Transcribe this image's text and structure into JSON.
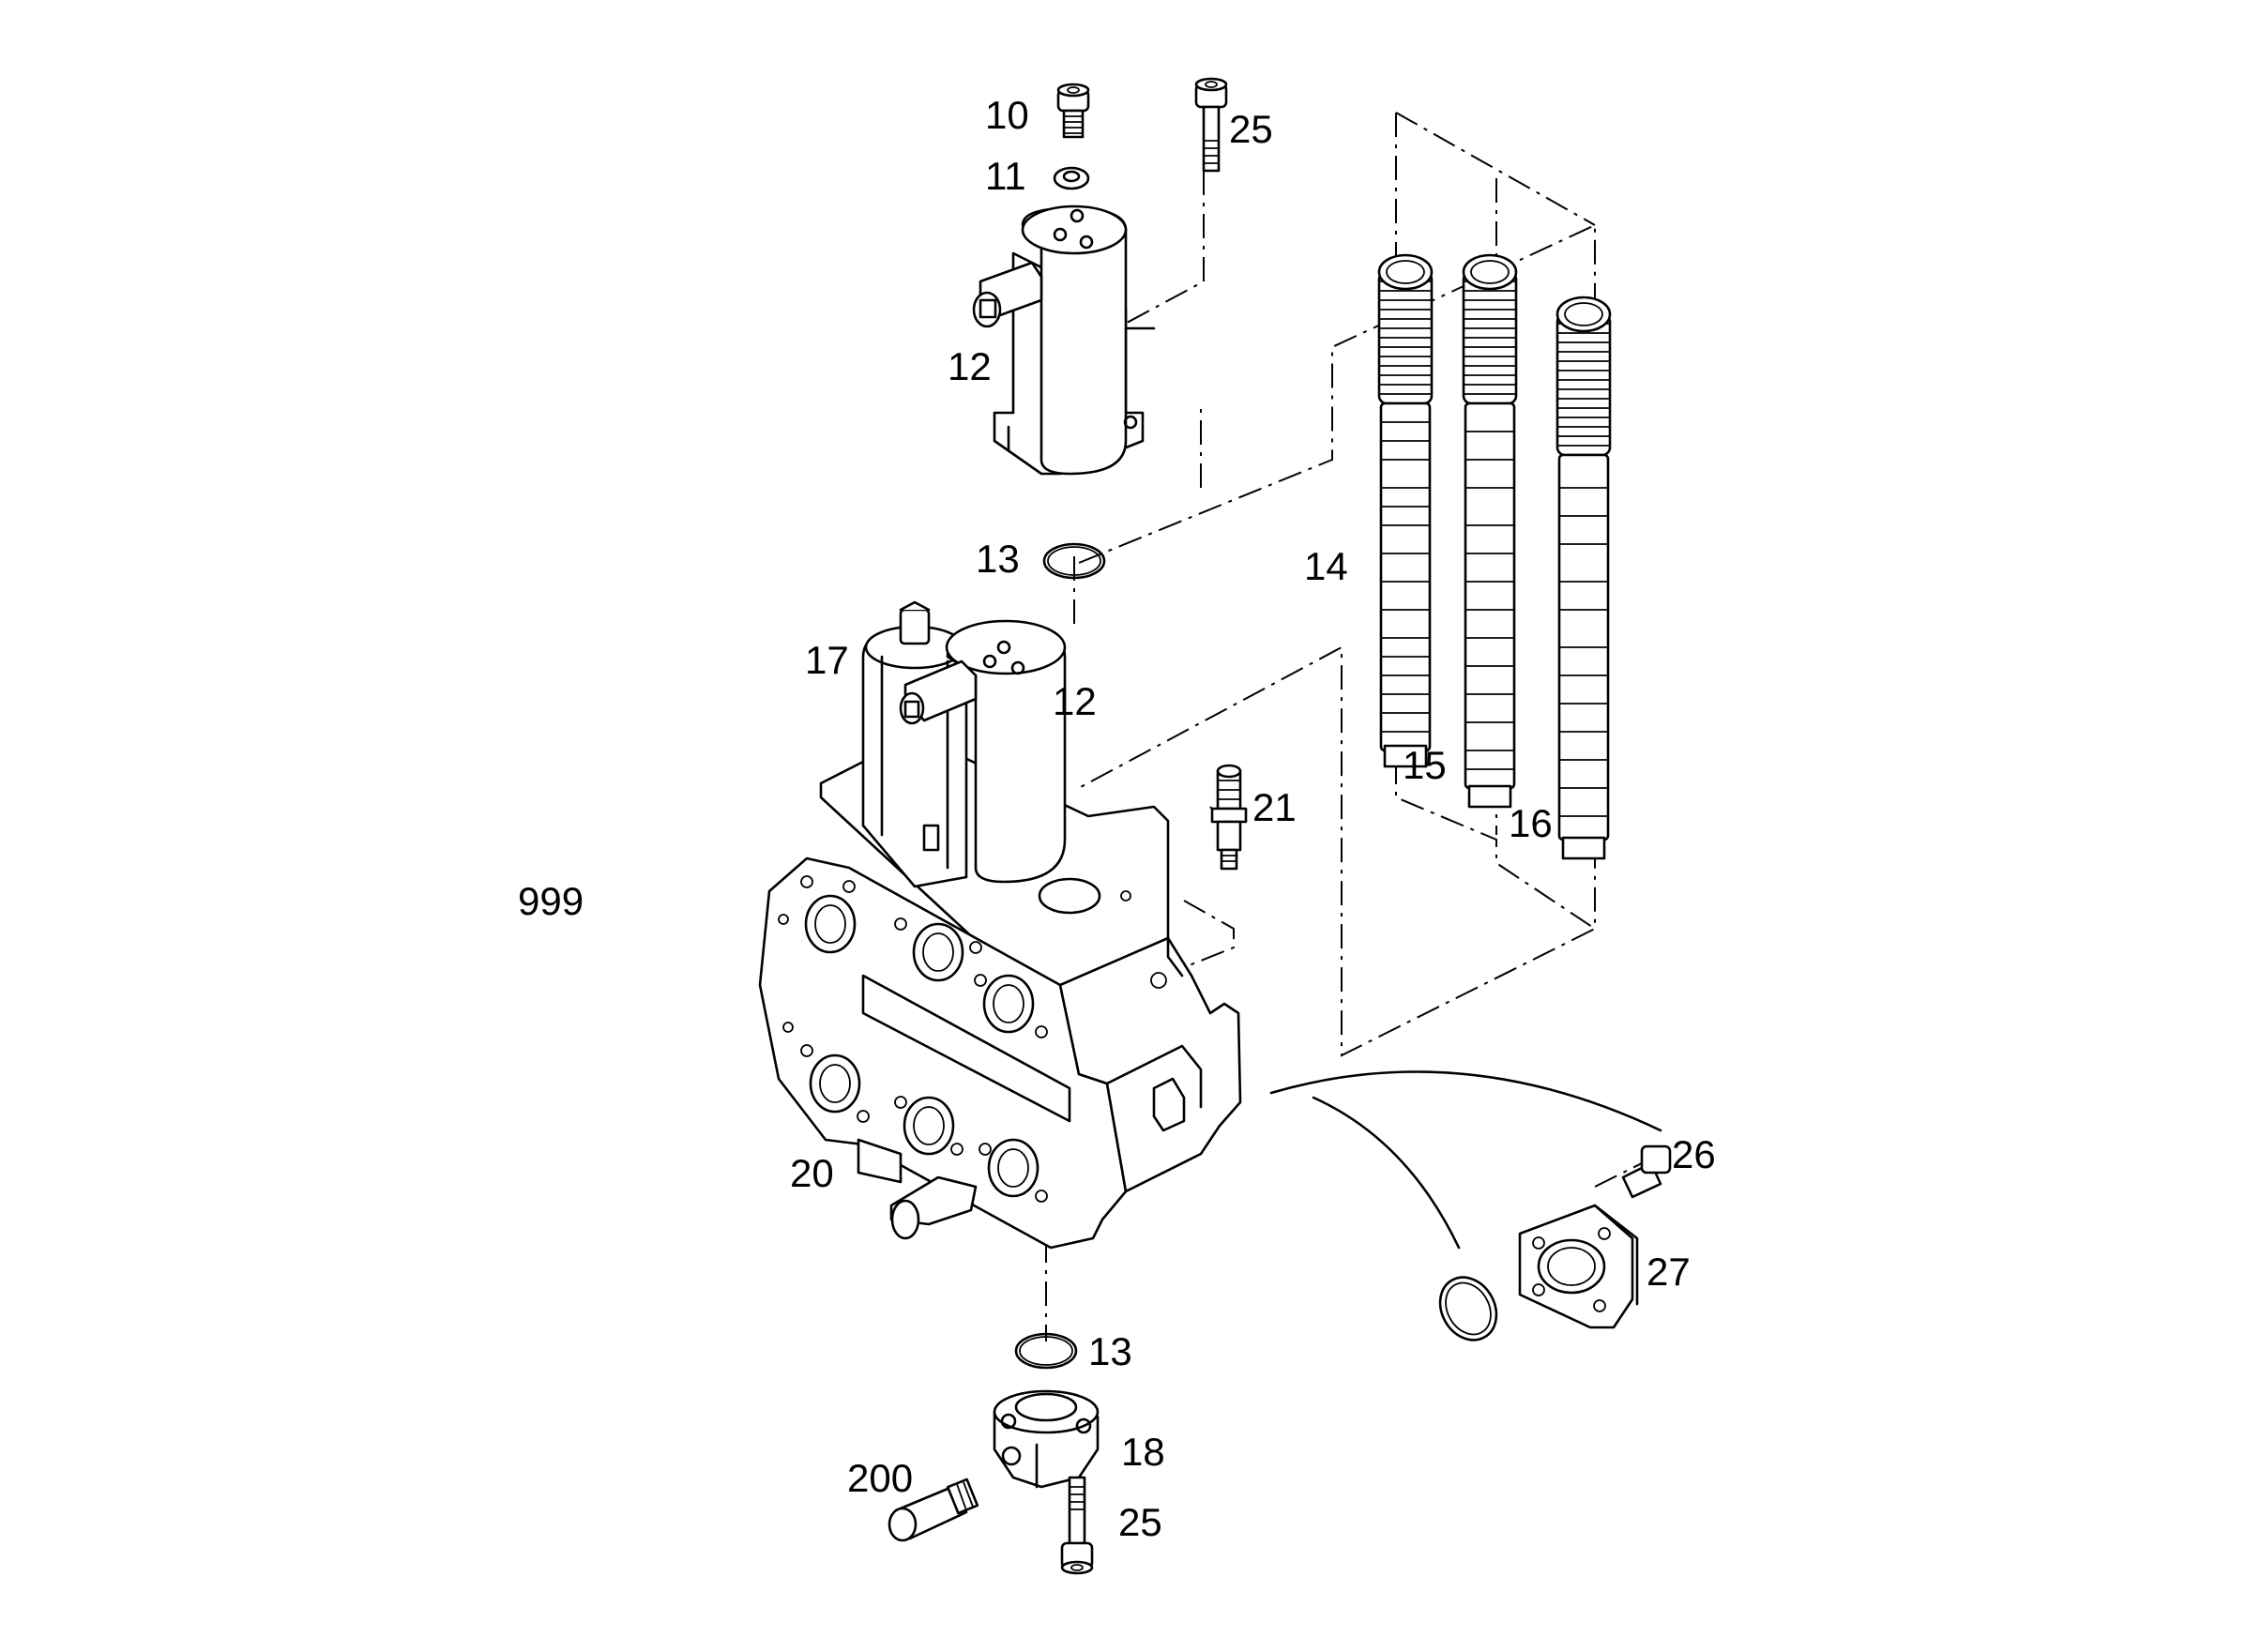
{
  "diagram": {
    "callouts": {
      "c10": "10",
      "c25_top": "25",
      "c11": "11",
      "c12_top": "12",
      "c13_top": "13",
      "c14": "14",
      "c15": "15",
      "c16": "16",
      "c17": "17",
      "c12_mid": "12",
      "c21": "21",
      "c999": "999",
      "c20": "20",
      "c26": "26",
      "c27": "27",
      "c13_bottom": "13",
      "c18": "18",
      "c200": "200",
      "c25_bottom": "25"
    }
  }
}
